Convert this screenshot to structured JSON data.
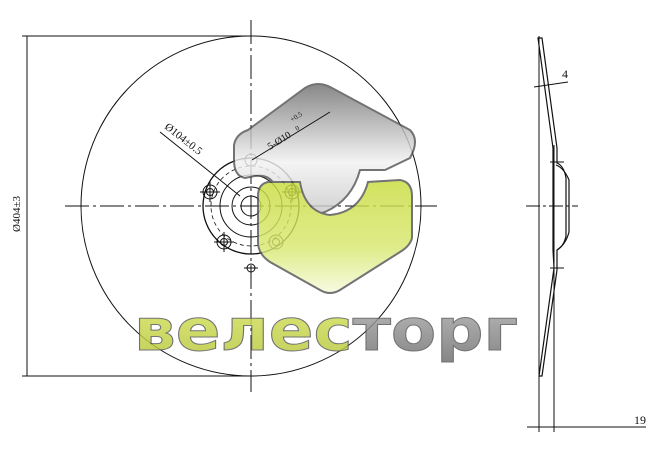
{
  "drawing": {
    "diameter_label": "Ø404±3",
    "bolt_circle_label": "Ø104±0.5",
    "holes_label": "5-Ø10",
    "holes_tolerance": "+0.5",
    "holes_tolerance_low": "0",
    "thickness_label": "4",
    "depth_label": "19"
  },
  "watermark": {
    "brand": "велесторг",
    "colors": {
      "green": "#c8dc3c",
      "grey": "#8a8a8a"
    }
  }
}
